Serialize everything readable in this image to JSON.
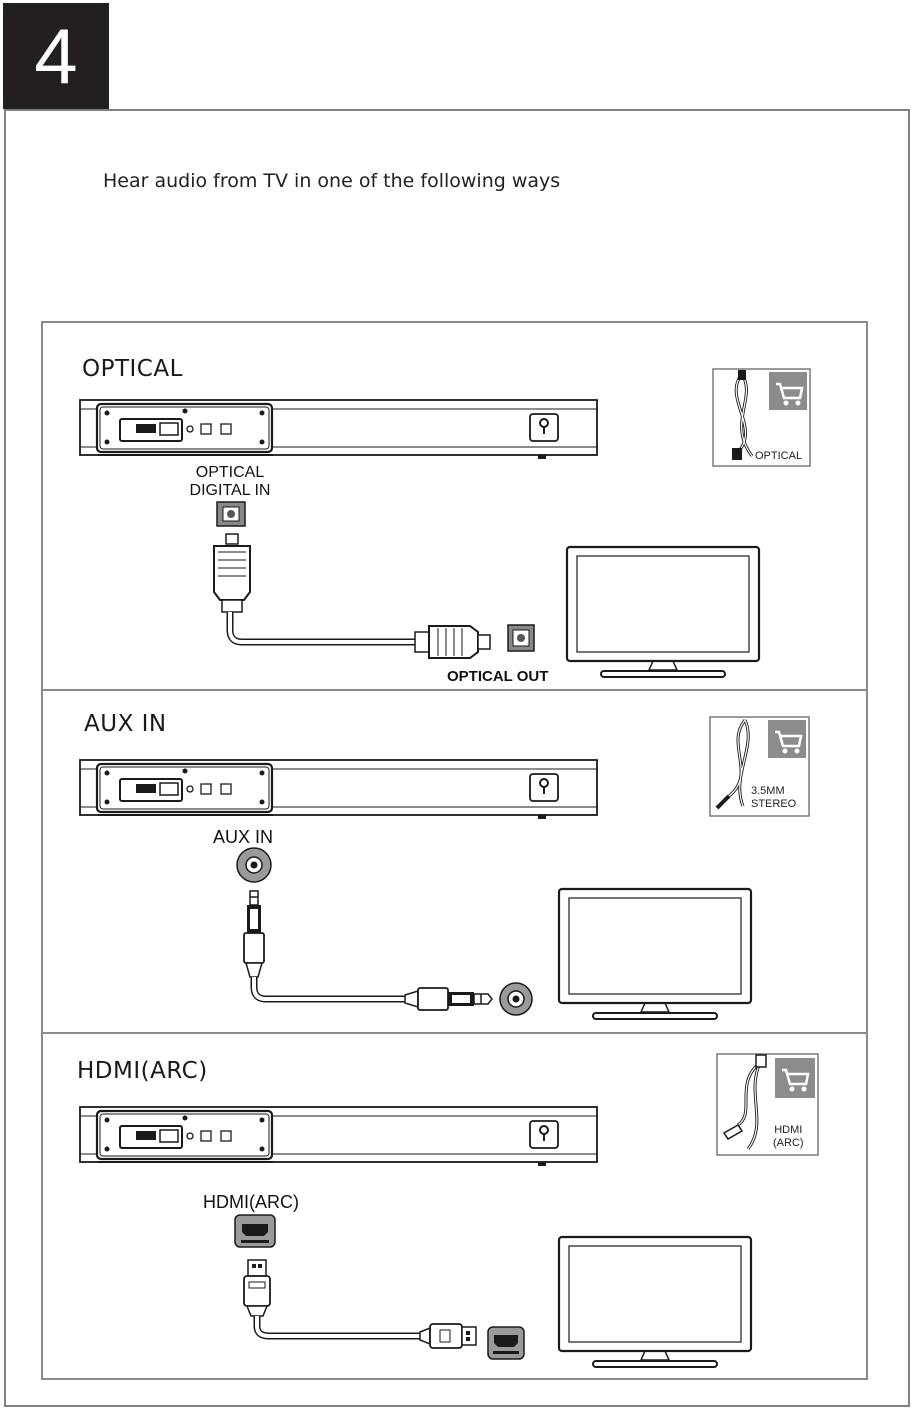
{
  "step": {
    "number": "4"
  },
  "intro": {
    "text": "Hear audio from TV in one of the following ways"
  },
  "panels": [
    {
      "title": "OPTICAL",
      "port_label_line1": "OPTICAL",
      "port_label_line2": "DIGITAL IN",
      "tv_port_label": "OPTICAL OUT",
      "cable_caption_line1": "OPTICAL",
      "cable_caption_line2": "",
      "cable_icon": "optical-cable-icon"
    },
    {
      "title": "AUX IN",
      "port_label_line1": "AUX IN",
      "port_label_line2": "",
      "tv_port_label": "",
      "cable_caption_line1": "3.5MM",
      "cable_caption_line2": "STEREO",
      "cable_icon": "aux-cable-icon"
    },
    {
      "title": "HDMI(ARC)",
      "port_label_line1": "HDMI(ARC)",
      "port_label_line2": "",
      "tv_port_label": "",
      "cable_caption_line1": "HDMI",
      "cable_caption_line2": "(ARC)",
      "cable_icon": "hdmi-cable-icon"
    }
  ],
  "colors": {
    "badge": "#231f20",
    "border": "#8a8a8a",
    "cart_box": "#8c8c8c",
    "line": "#1a1a1a"
  }
}
